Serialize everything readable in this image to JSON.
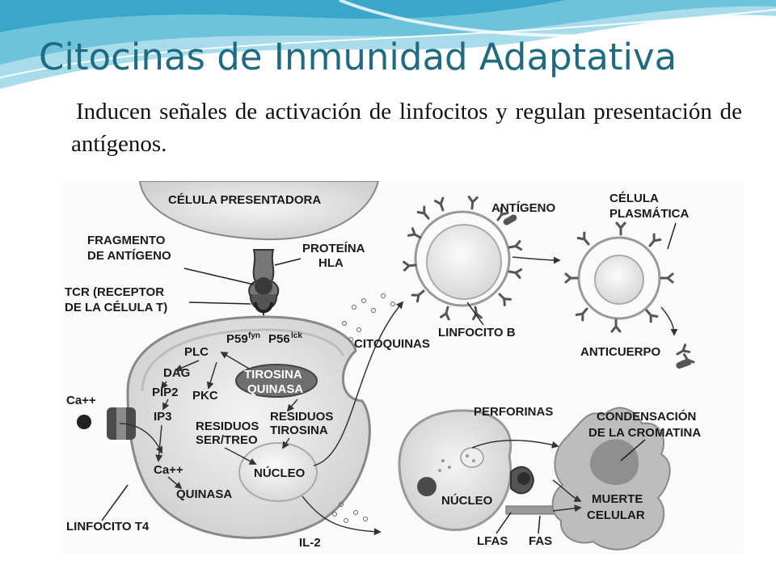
{
  "slide": {
    "title": "Citocinas de Inmunidad Adaptativa",
    "subtitle": "Inducen señales de activación de linfocitos y regulan presentación de antígenos."
  },
  "diagram": {
    "labels": {
      "apc": "CÉLULA PRESENTADORA",
      "antigen_fragment_1": "FRAGMENTO",
      "antigen_fragment_2": "DE ANTÍGENO",
      "hla_1": "PROTEÍNA",
      "hla_2": "HLA",
      "tcr_1": "TCR (RECEPTOR",
      "tcr_2": "DE LA CÉLULA T)",
      "p59": "P59",
      "p59_sup": "fyn",
      "p56": "P56",
      "p56_sup": "lck",
      "plc": "PLC",
      "dag": "DAG",
      "pip2": "PIP2",
      "pkc": "PKC",
      "ip3": "IP3",
      "tyrosine_kinase_1": "TIROSINA",
      "tyrosine_kinase_2": "QUINASA",
      "ser_treo_1": "RESIDUOS",
      "ser_treo_2": "SER/TREO",
      "tyr_res_1": "RESIDUOS",
      "tyr_res_2": "TIROSINA",
      "ca_out": "Ca++",
      "ca_in": "Ca++",
      "kinase": "QUINASA",
      "nucleus_t": "NÚCLEO",
      "t4": "LINFOCITO T4",
      "il2": "IL-2",
      "cytokines": "CITOQUINAS",
      "antigen": "ANTÍGENO",
      "b_cell": "LINFOCITO B",
      "plasma_1": "CÉLULA",
      "plasma_2": "PLASMÁTICA",
      "antibody": "ANTICUERPO",
      "perforins": "PERFORINAS",
      "chromatin_1": "CONDENSACIÓN",
      "chromatin_2": "DE LA CROMATINA",
      "nucleus_tc": "NÚCLEO",
      "death_1": "MUERTE",
      "death_2": "CELULAR",
      "lfas": "LFAS",
      "fas": "FAS"
    }
  }
}
